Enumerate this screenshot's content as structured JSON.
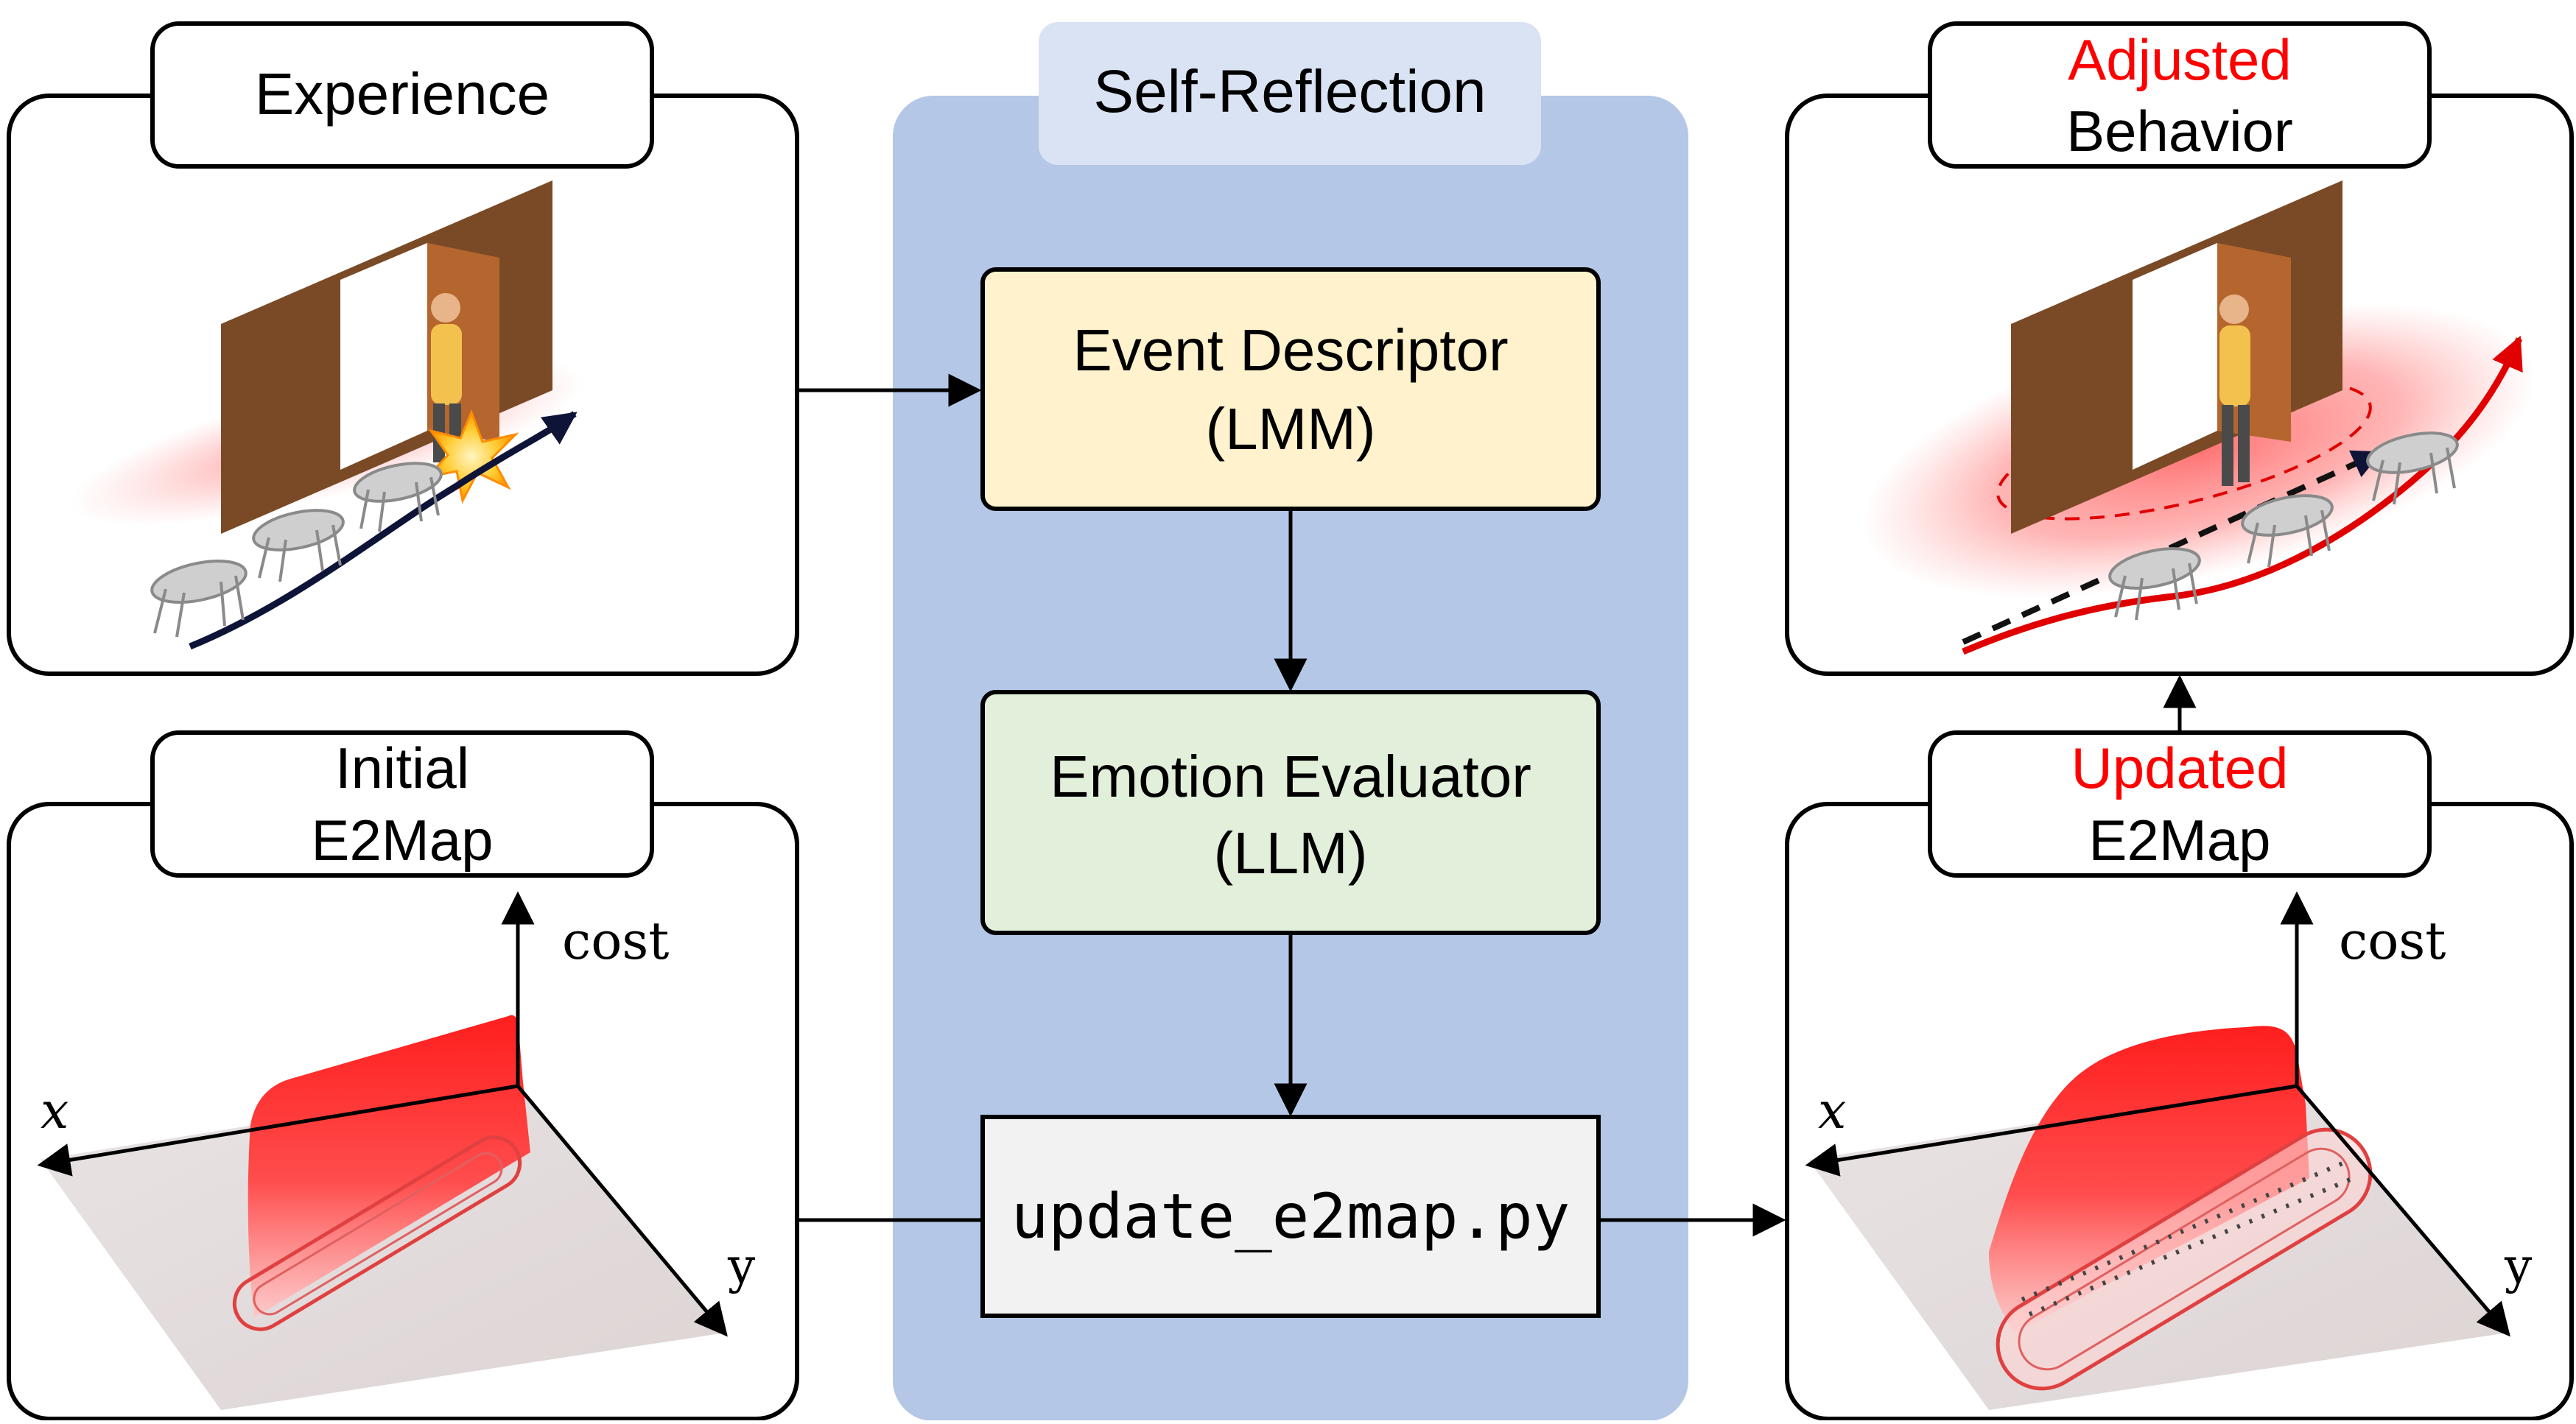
{
  "experience": {
    "label": "Experience"
  },
  "self_reflection": {
    "label": "Self-Reflection"
  },
  "event_descriptor": {
    "line1": "Event Descriptor",
    "line2": "(LMM)"
  },
  "emotion_evaluator": {
    "line1": "Emotion Evaluator",
    "line2": "(LLM)"
  },
  "script_box": {
    "label": "update_e2map.py"
  },
  "initial_map": {
    "line1": "Initial",
    "line2": "E2Map",
    "axis_cost": "cost",
    "axis_x": "x",
    "axis_y": "y"
  },
  "adjusted": {
    "line1": "Adjusted",
    "line2": "Behavior"
  },
  "updated_map": {
    "line1": "Updated",
    "line2": "E2Map",
    "axis_cost": "cost",
    "axis_x": "x",
    "axis_y": "y"
  },
  "colors": {
    "panel_blue": "#b4c7e7",
    "panel_blue_header": "#dae3f3",
    "event_fill": "#fff2cc",
    "emotion_fill": "#e2efda",
    "script_fill": "#f2f2f2",
    "highlight_red": "#ff0000",
    "door_brown": "#7a4a26",
    "robot_gray": "#bfbfbf"
  }
}
